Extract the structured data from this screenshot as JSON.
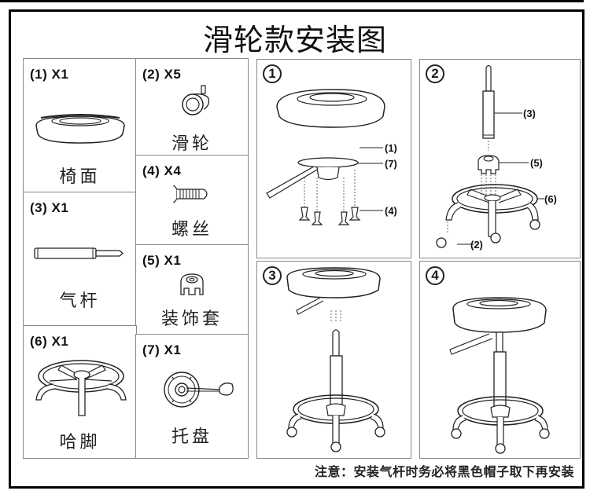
{
  "title": "滑轮款安装图",
  "parts": [
    {
      "id": "1",
      "label": "(1) X1",
      "name": "椅面",
      "icon": "seat-cushion-icon"
    },
    {
      "id": "2",
      "label": "(2) X5",
      "name": "滑轮",
      "icon": "caster-wheel-icon"
    },
    {
      "id": "3",
      "label": "(3) X1",
      "name": "气杆",
      "icon": "gas-lift-cylinder-icon"
    },
    {
      "id": "4",
      "label": "(4) X4",
      "name": "螺丝",
      "icon": "screw-icon"
    },
    {
      "id": "5",
      "label": "(5) X1",
      "name": "装饰套",
      "icon": "decorative-cover-icon"
    },
    {
      "id": "6",
      "label": "(6) X1",
      "name": "哈脚",
      "icon": "base-footring-icon"
    },
    {
      "id": "7",
      "label": "(7) X1",
      "name": "托盘",
      "icon": "seat-plate-icon"
    }
  ],
  "steps": [
    {
      "number": "1",
      "callouts": [
        "(1)",
        "(7)",
        "(4)"
      ]
    },
    {
      "number": "2",
      "callouts": [
        "(3)",
        "(5)",
        "(6)",
        "(2)"
      ]
    },
    {
      "number": "3",
      "callouts": []
    },
    {
      "number": "4",
      "callouts": []
    }
  ],
  "note": "注意：安装气杆时务必将黑色帽子取下再安装",
  "colors": {
    "line": "#222222",
    "border": "#888888",
    "frame": "#000000"
  }
}
